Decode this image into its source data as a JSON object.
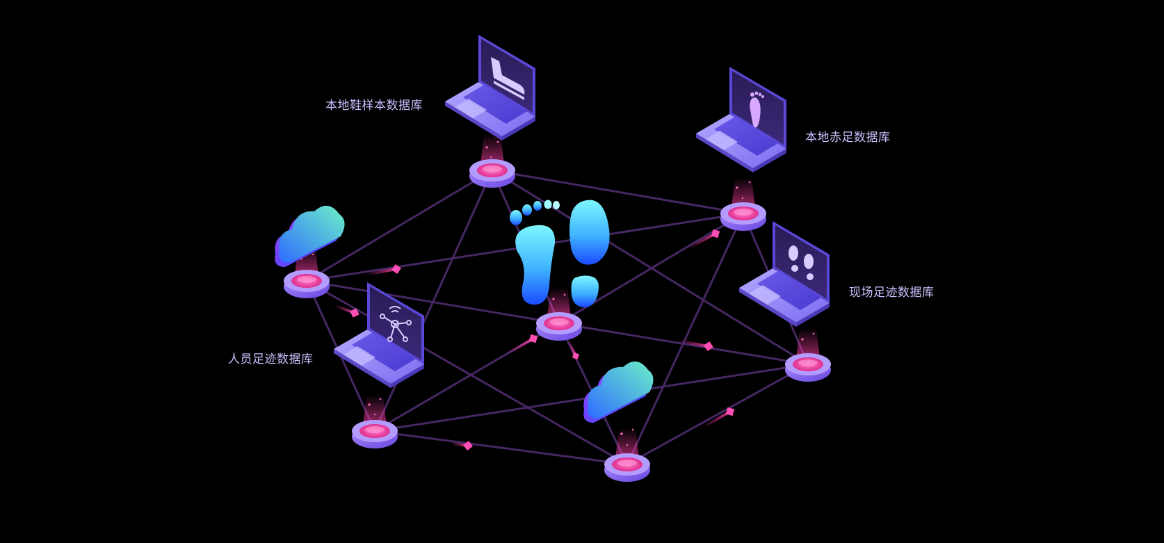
{
  "labels": {
    "local_shoe_db": "本地鞋样本数据库",
    "local_barefoot_db": "本地赤足数据库",
    "scene_footprint_db": "现场足迹数据库",
    "person_footprint_db": "人员足迹数据库"
  },
  "colors": {
    "background": "#000000",
    "link": "#4a2a6a",
    "node_top": "#ff4fb4",
    "node_base": "#8a62f0",
    "cloud_start": "#2f6bff",
    "cloud_end": "#6cf0c8",
    "foot_top": "#7ef7ff",
    "foot_bottom": "#1a5cff",
    "label": "#c9c2ff"
  },
  "icons": {
    "top_laptop": "shoe-icon",
    "right_laptop": "barefoot-icon",
    "right_low_laptop": "shoe-prints-icon",
    "left_laptop": "network-icon",
    "center": "footprints-icon",
    "left_cloud": "cloud-icon",
    "bottom_cloud": "cloud-icon"
  }
}
